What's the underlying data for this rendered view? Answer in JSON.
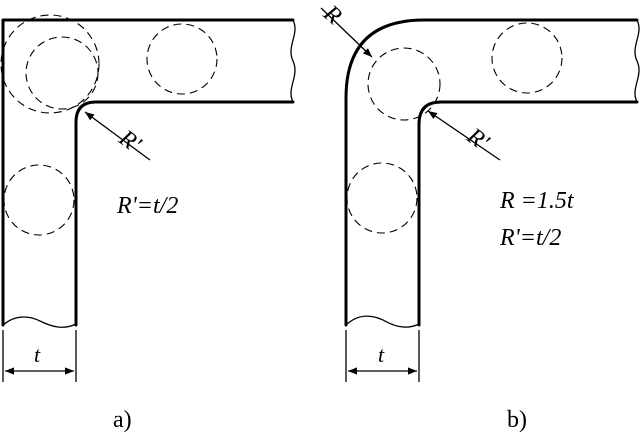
{
  "panel_a": {
    "caption": "a)",
    "radius_label": "R'",
    "formula": "R'=t/2",
    "dimension_label": "t"
  },
  "panel_b": {
    "caption": "b)",
    "outer_radius_label": "R",
    "inner_radius_label": "R'",
    "formula_1": "R =1.5t",
    "formula_2": "R'=t/2",
    "dimension_label": "t"
  }
}
